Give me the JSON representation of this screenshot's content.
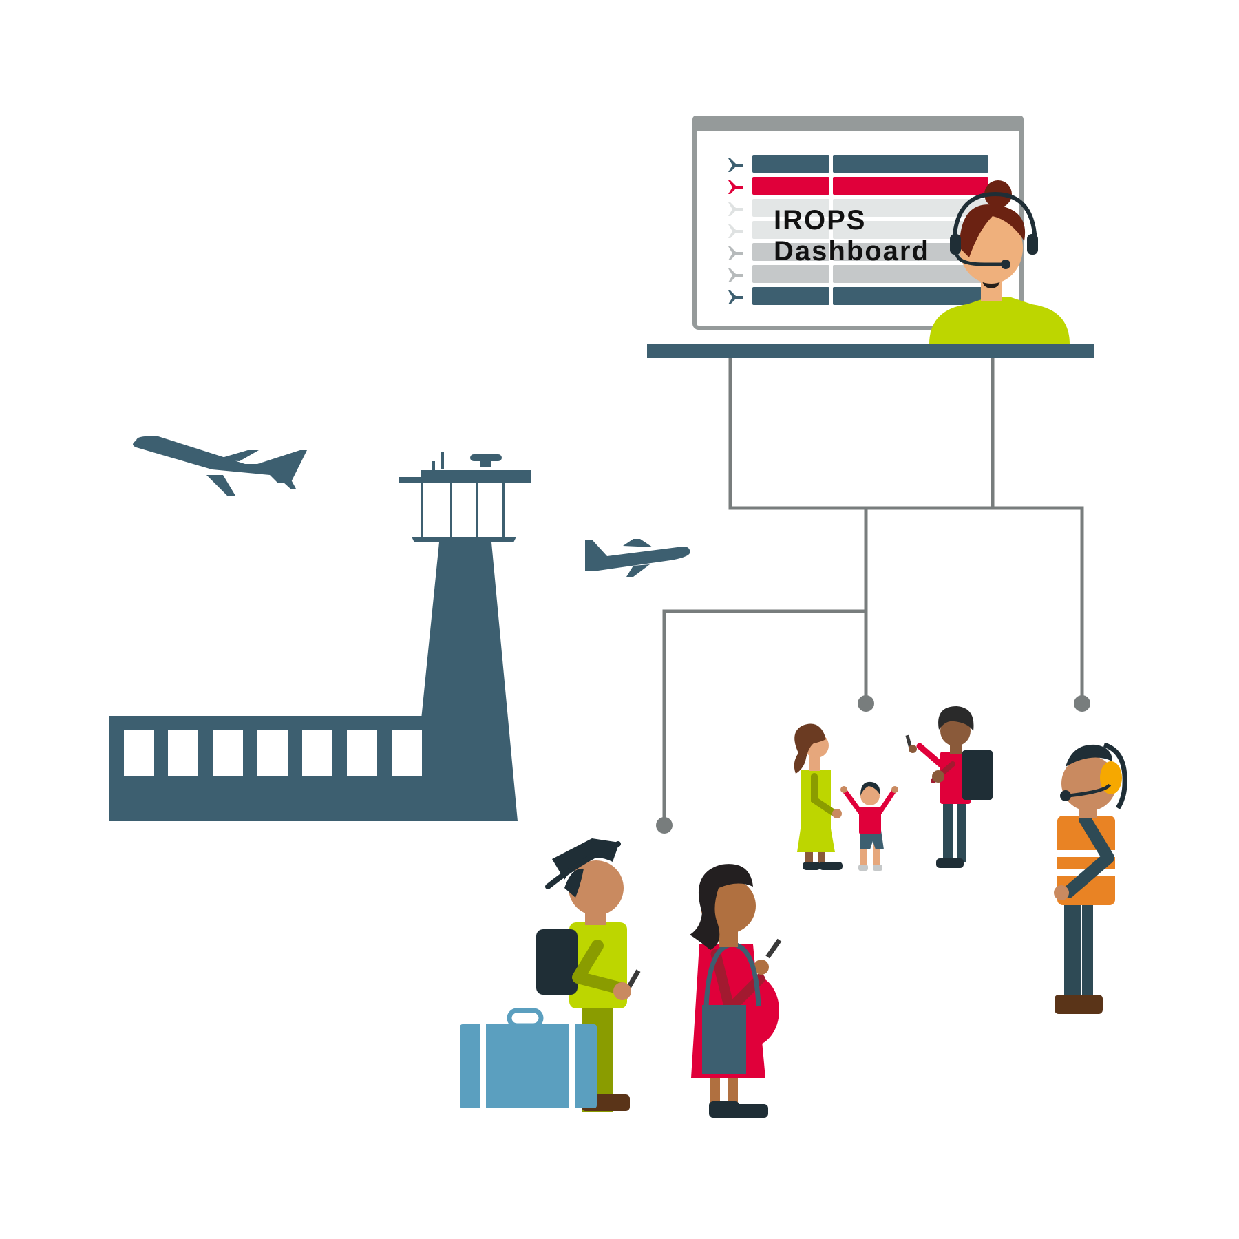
{
  "dashboard": {
    "title_line1": "IROPS",
    "title_line2": "Dashboard",
    "rows": [
      {
        "status": "dark"
      },
      {
        "status": "alert"
      },
      {
        "status": "light"
      },
      {
        "status": "light"
      },
      {
        "status": "mid"
      },
      {
        "status": "mid"
      },
      {
        "status": "dark"
      }
    ]
  },
  "colors": {
    "slate": "#3d5f70",
    "alert": "#e0003a",
    "lime": "#bdd600",
    "connector": "#787d7d",
    "frame": "#959a9a",
    "skin": "#efb07c",
    "orange": "#e98324",
    "suitcase": "#5b9fbf"
  },
  "icons": [
    "airplane-icon",
    "control-tower-icon",
    "terminal-building-icon",
    "headset-icon",
    "suitcase-icon",
    "backpack-icon",
    "phone-icon",
    "ear-protection-icon"
  ]
}
